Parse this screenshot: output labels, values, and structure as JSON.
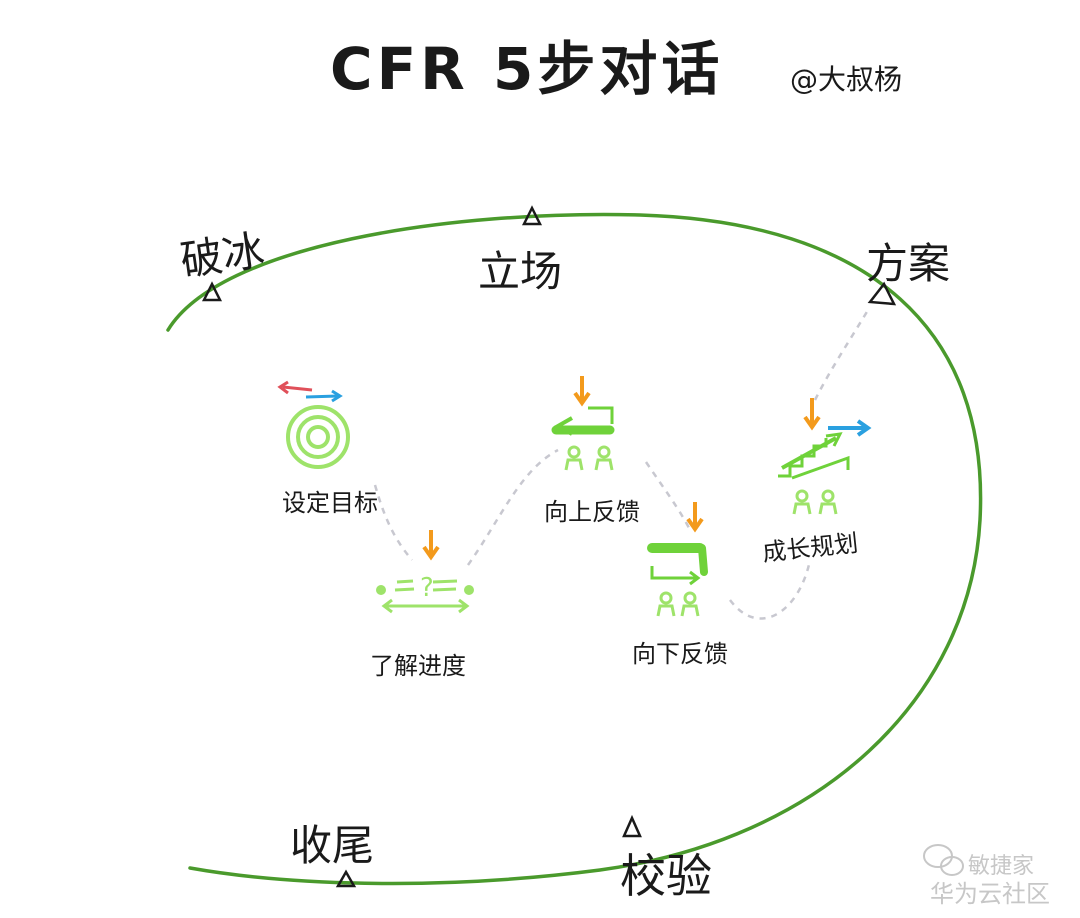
{
  "title": "CFR 5步对话",
  "author": "@大叔杨",
  "stages": {
    "icebreak": "破冰",
    "stance": "立场",
    "plan": "方案",
    "verify": "校验",
    "close": "收尾"
  },
  "steps": {
    "set_goal": "设定目标",
    "progress": "了解进度",
    "upward_feedback": "向上反馈",
    "downward_feedback": "向下反馈",
    "growth_plan": "成长规划"
  },
  "progress_icon_mark": "?",
  "watermark": {
    "line1": "敏捷家",
    "line2": "华为云社区"
  },
  "colors": {
    "loop": "#4a9a2c",
    "light_green": "#9ee36a",
    "orange": "#f39a1c",
    "blue": "#2aa0e0",
    "red": "#e0505a",
    "dash": "#c8c8d0"
  }
}
